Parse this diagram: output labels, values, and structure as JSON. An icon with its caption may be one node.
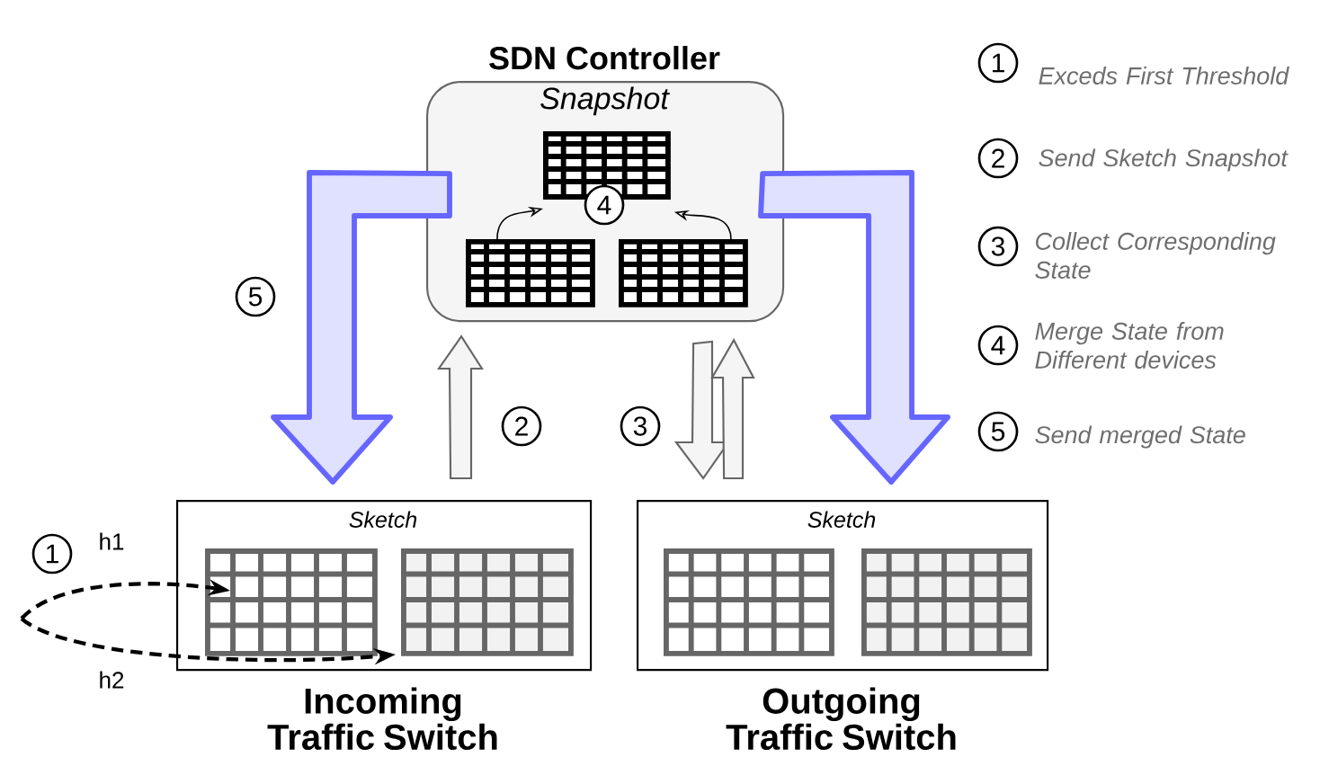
{
  "diagram": {
    "nodes": [
      {
        "text": [
          "SDN Controller",
          "Snapshot"
        ]
      },
      {
        "text": [],
        "shape": "grid",
        "in": 0
      },
      {
        "text": [],
        "shape": "grid",
        "in": 0
      },
      {
        "text": [],
        "shape": "grid",
        "in": 0
      },
      {
        "text": [
          "Sketch",
          "Incoming Traffic Switch"
        ]
      },
      {
        "text": [],
        "shape": "grid",
        "in": 4
      },
      {
        "text": [],
        "shape": "grid",
        "in": 4
      },
      {
        "text": [
          "Sketch",
          "Outgoing Traffic Switch"
        ]
      },
      {
        "text": [],
        "shape": "grid",
        "in": 7
      },
      {
        "text": [],
        "shape": "grid",
        "in": 7
      }
    ],
    "edges": [
      {
        "from": 0,
        "to": 4,
        "arrow": "to",
        "style": "thick",
        "color": "#6666ff"
      },
      {
        "from": 4,
        "to": 0,
        "arrow": "to"
      },
      {
        "from": 0,
        "to": 7,
        "arrow": "to"
      },
      {
        "from": 7,
        "to": 0,
        "arrow": "to"
      },
      {
        "from": 0,
        "to": 7,
        "arrow": "to",
        "style": "thick",
        "color": "#6666ff"
      },
      {
        "from": 2,
        "to": 1,
        "arrow": "to"
      },
      {
        "from": 3,
        "to": 1,
        "arrow": "to"
      },
      {
        "from": null,
        "to": 5,
        "arrow": "to",
        "style": "dashed",
        "label": "h1"
      },
      {
        "from": null,
        "to": 6,
        "arrow": "to",
        "style": "dashed",
        "label": "h2"
      }
    ],
    "labels": [
      "1",
      "Exceds First Threshold",
      "2",
      "Send Sketch Snapshot",
      "3",
      "Collect Corresponding State",
      "4",
      "Merge State from Different devices",
      "5",
      "Send merged State",
      "5",
      "4",
      "2",
      "3",
      "1"
    ]
  }
}
